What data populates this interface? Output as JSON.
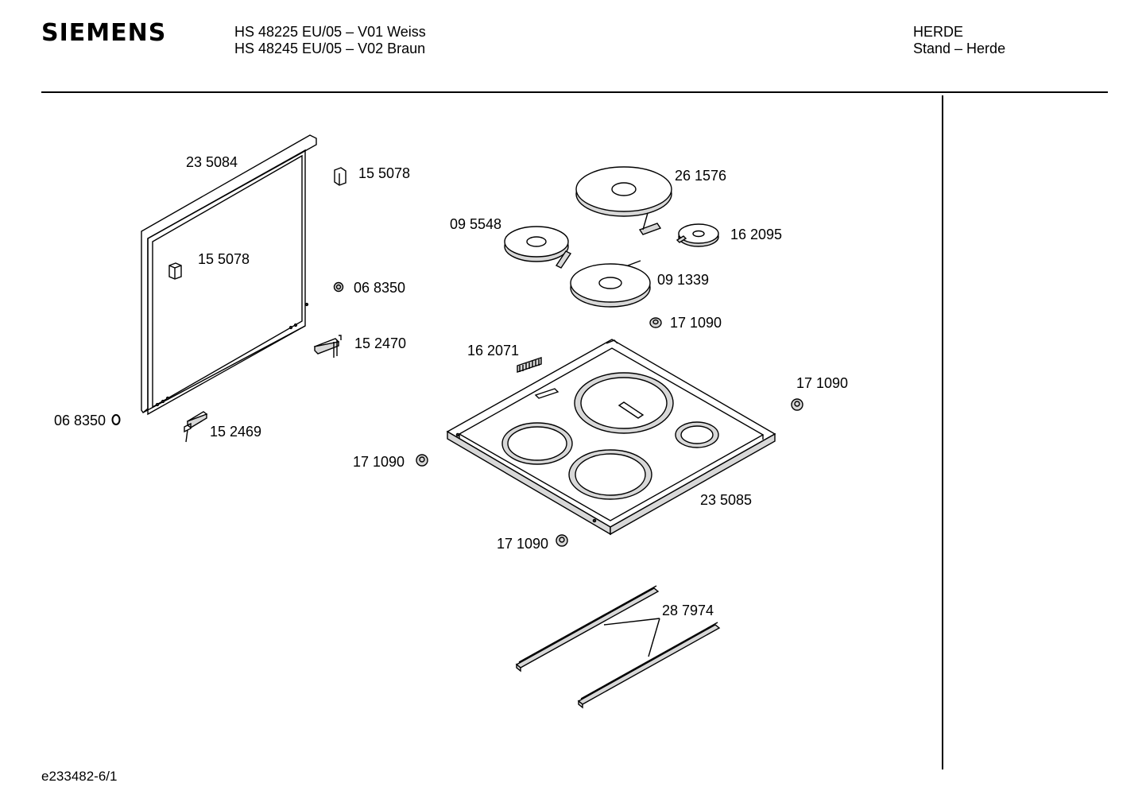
{
  "header": {
    "brand": "SIEMENS",
    "model_line_1": "HS 48225 EU/05 – V01 Weiss",
    "model_line_2": "HS 48245 EU/05 – V02 Braun",
    "category": "HERDE",
    "subcategory": "Stand – Herde"
  },
  "footer": {
    "document_number": "e233482-6/1"
  },
  "parts": {
    "side_panel": "23 5084",
    "clip_top": "15 5078",
    "clip_panel": "15 5078",
    "grommet_right": "06 8350",
    "grommet_left": "06 8350",
    "hinge_upper": "15 2470",
    "hinge_lower": "15 2469",
    "hotplate_large": "26 1576",
    "hotplate_left": "09 5548",
    "hotplate_small": "16 2095",
    "hotplate_front": "09 1339",
    "buffer_1": "17 1090",
    "buffer_2": "17 1090",
    "buffer_3": "17 1090",
    "buffer_4": "17 1090",
    "vent_insert": "16 2071",
    "hob_tray": "23 5085",
    "rails": "28 7974"
  }
}
